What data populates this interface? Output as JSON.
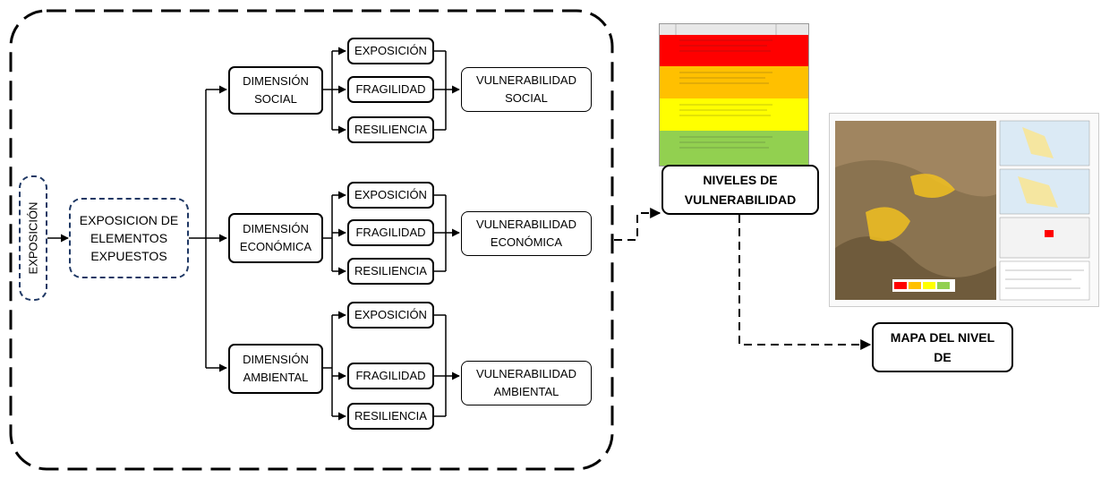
{
  "diagram": {
    "root_label": "EXPOSICIÓN",
    "exposure_block": "EXPOSICION DE\nELEMENTOS\nEXPUESTOS",
    "dimensions": [
      {
        "label": "DIMENSIÓN\nSOCIAL",
        "result": "VULNERABILIDAD\nSOCIAL"
      },
      {
        "label": "DIMENSIÓN\nECONÓMICA",
        "result": "VULNERABILIDAD\nECONÓMICA"
      },
      {
        "label": "DIMENSIÓN\nAMBIENTAL",
        "result": "VULNERABILIDAD\nAMBIENTAL"
      }
    ],
    "factors": [
      "EXPOSICIÓN",
      "FRAGILIDAD",
      "RESILIENCIA"
    ],
    "levels_box": "NIVELES DE\nVULNERABILIDAD",
    "map_box": "MAPA DEL NIVEL\nDE"
  },
  "colors": {
    "blue_dash": "#1f3864",
    "table_red": "#ff0000",
    "table_orange": "#ffc000",
    "table_yellow": "#ffff00",
    "table_green": "#92d050",
    "map_terrain": "#8a7350",
    "map_highlight": "#f0c020"
  }
}
